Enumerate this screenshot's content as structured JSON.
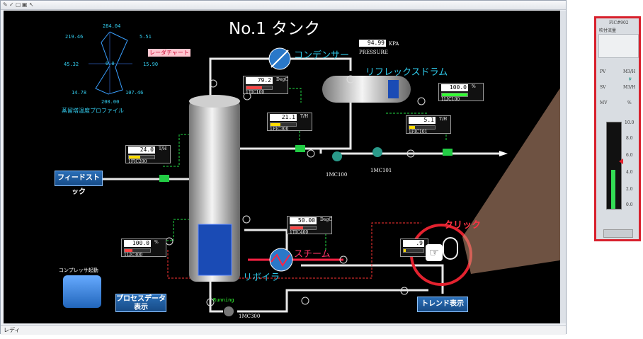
{
  "window": {
    "status_text": "レディ"
  },
  "screen": {
    "title": "No.1 タンク"
  },
  "radar": {
    "label": "レーダチャート",
    "caption": "蒸留塔温度プロファイル",
    "values": [
      "284.04",
      "219.46",
      "5.51",
      "45.32",
      "15.90",
      "14.78",
      "107.46",
      "200.00",
      "0.0"
    ]
  },
  "labels": {
    "condenser": "コンデンサー",
    "reflux_drum": "リフレックスドラム",
    "steam": "スチーム",
    "reboiler": "リボイラ",
    "compressor_start": "コンプレッサ起動",
    "click": "クリック",
    "running": "Running"
  },
  "pressure": {
    "value": "94.99",
    "unit": "KPA",
    "label": "PRESSURE"
  },
  "instruments": {
    "tic100": {
      "value": "79.2",
      "tag": "1TIC100",
      "unit": "DegC",
      "fill": 0.62,
      "color": "#ff4444"
    },
    "fic300": {
      "value": "21.1",
      "tag": "1FIC300",
      "unit": "T/H",
      "fill": 0.4,
      "color": "#ffdd00"
    },
    "lic100": {
      "value": "100.0",
      "tag": "1LIC100",
      "unit": "%",
      "fill": 1.0,
      "color": "#33ff33"
    },
    "fic101": {
      "value": "5.1",
      "tag": "1FIC101",
      "unit": "T/H",
      "fill": 0.22,
      "color": "#ffdd00"
    },
    "fic200": {
      "value": "24.0",
      "tag": "1FIC200",
      "unit": "T/H",
      "fill": 0.45,
      "color": "#ffdd00"
    },
    "tic400": {
      "value": "50.00",
      "tag": "1TIC400",
      "unit": "DegC",
      "fill": 0.5,
      "color": "#ff4444"
    },
    "lic300": {
      "value": "100.0",
      "tag": "1LIC300",
      "unit": "%",
      "fill": 0.3,
      "color": "#ff4444"
    },
    "fic902": {
      "value": ".9",
      "tag": "",
      "unit": "",
      "fill": 0.1,
      "color": "#ffdd00"
    }
  },
  "pumps": {
    "mc100": "1MC100",
    "mc101": "1MC101",
    "mc300": "1MC300"
  },
  "buttons": {
    "feedstock": "フィードストック",
    "process_data": "プロセスデータ表示",
    "trend": "トレンド表示"
  },
  "faceplate": {
    "tag": "FIC#902",
    "name": "吹付流量",
    "rows": [
      "PV",
      "SV",
      "MV"
    ],
    "row_unit": "M3/H",
    "scale": [
      "10.0",
      "8.0",
      "6.0",
      "4.0",
      "2.0",
      "0.0"
    ],
    "fill": 0.45
  }
}
